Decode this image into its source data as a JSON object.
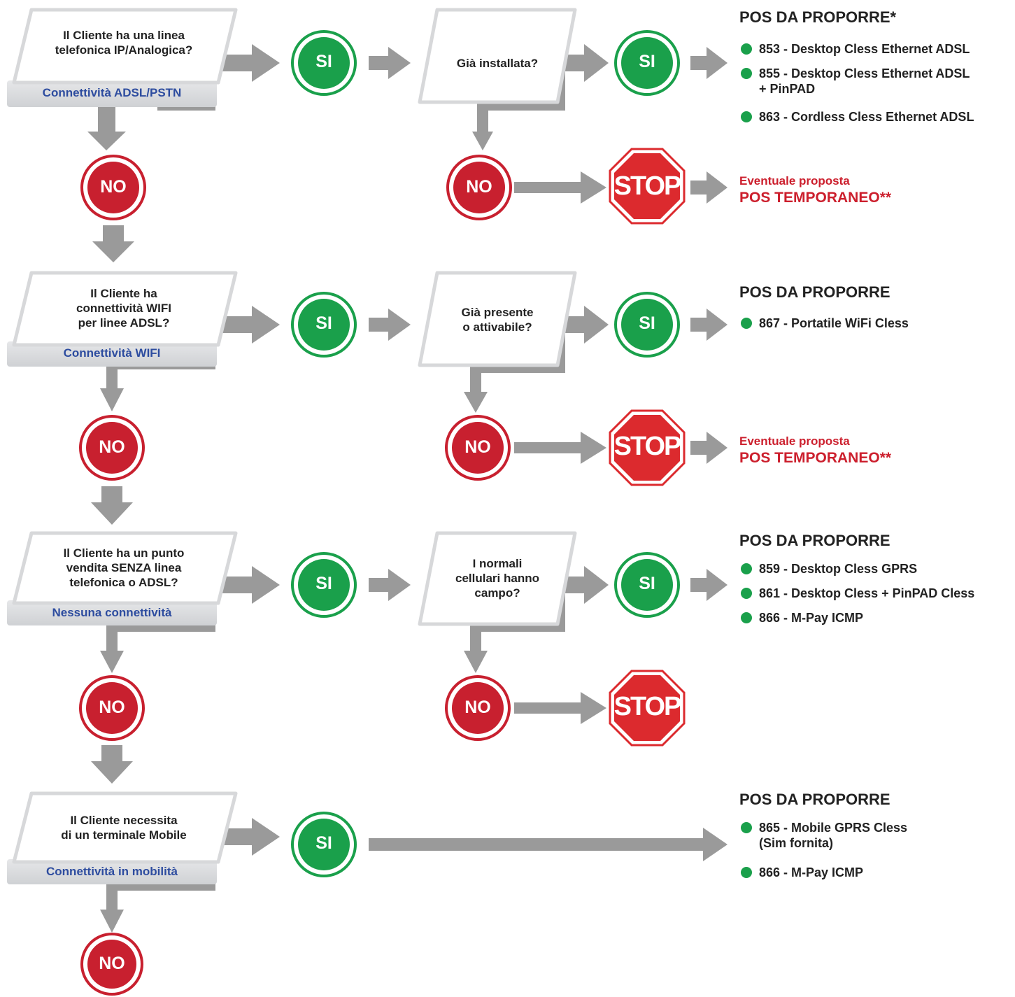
{
  "colors": {
    "arrow": "#9a9a9a",
    "yes_green": "#1aa04b",
    "no_red": "#c8202f",
    "stop_red": "#dc2a2e",
    "sub_blue": "#2d4c9f",
    "proposal_red": "#cc1f2d"
  },
  "badges": {
    "yes": "SI",
    "no": "NO",
    "stop": "STOP"
  },
  "rows": [
    {
      "question": "Il Cliente ha una linea\ntelefonica IP/Analogica?",
      "subtitle": "Connettività ADSL/PSTN",
      "check": "Già installata?",
      "result": {
        "heading": "POS DA PROPORRE*",
        "items": [
          "853 - Desktop Cless Ethernet ADSL",
          "855 - Desktop Cless Ethernet ADSL\n+ PinPAD",
          "863 - Cordless Cless Ethernet ADSL"
        ]
      },
      "stop_note": {
        "line1": "Eventuale proposta",
        "line2": "POS TEMPORANEO**"
      }
    },
    {
      "question": "Il Cliente ha\nconnettività WIFI\nper linee ADSL?",
      "subtitle": "Connettività WIFI",
      "check": "Già presente\no attivabile?",
      "result": {
        "heading": "POS DA PROPORRE",
        "items": [
          "867 - Portatile WiFi Cless"
        ]
      },
      "stop_note": {
        "line1": "Eventuale proposta",
        "line2": "POS TEMPORANEO**"
      }
    },
    {
      "question": "Il Cliente ha un punto\nvendita SENZA linea\ntelefonica o ADSL?",
      "subtitle": "Nessuna connettività",
      "check": "I normali\ncellulari hanno\ncampo?",
      "result": {
        "heading": "POS DA PROPORRE",
        "items": [
          "859 - Desktop Cless GPRS",
          "861 - Desktop Cless + PinPAD Cless",
          "866 - M-Pay ICMP"
        ]
      }
    },
    {
      "question": "Il Cliente necessita\ndi un terminale Mobile",
      "subtitle": "Connettività in mobilità",
      "result": {
        "heading": "POS DA PROPORRE",
        "items": [
          "865 - Mobile GPRS Cless\n(Sim fornita)",
          "866 - M-Pay ICMP"
        ]
      }
    }
  ]
}
